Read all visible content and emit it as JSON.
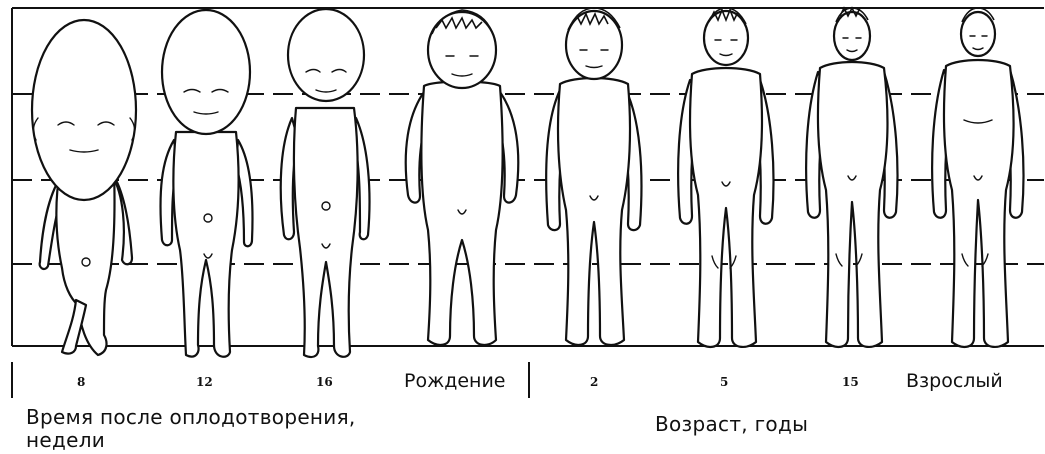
{
  "stages": [
    {
      "label": "8"
    },
    {
      "label": "12"
    },
    {
      "label": "16"
    },
    {
      "label": "Рождение"
    },
    {
      "label": "2"
    },
    {
      "label": "5"
    },
    {
      "label": "15"
    },
    {
      "label": "Взрослый"
    }
  ],
  "caption_prenatal_line1": "Время после оплодотворения,",
  "caption_prenatal_line2": "недели",
  "caption_age": "Возраст, годы"
}
